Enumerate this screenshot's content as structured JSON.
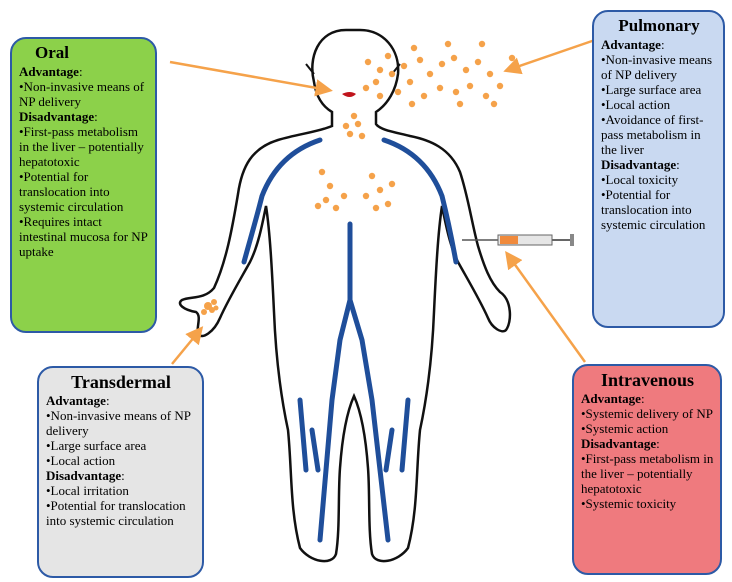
{
  "colors": {
    "oral": "#8cd14a",
    "pulmonary": "#c9d9f1",
    "transdermal": "#e5e5e5",
    "intravenous": "#ef7a7e",
    "box_border": "#2d5aa6",
    "arrow": "#f5a24a",
    "particles": "#f5a24a",
    "vessels": "#1f4e9a"
  },
  "boxes": {
    "oral": {
      "title": "Oral",
      "advantage_label": "Advantage",
      "advantages": [
        "•Non-invasive means of NP delivery"
      ],
      "disadvantage_label": "Disadvantage",
      "disadvantages": [
        "•First-pass metabolism in the liver – potentially hepatotoxic",
        "•Potential for translocation into systemic circulation",
        "•Requires intact intestinal mucosa for NP uptake"
      ]
    },
    "pulmonary": {
      "title": "Pulmonary",
      "advantage_label": "Advantage",
      "advantages": [
        "•Non-invasive means of NP delivery",
        "•Large surface area",
        "•Local action",
        "•Avoidance of first-pass metabolism in the liver"
      ],
      "disadvantage_label": "Disadvantage",
      "disadvantages": [
        "•Local toxicity",
        "•Potential for translocation into systemic circulation"
      ]
    },
    "transdermal": {
      "title": "Transdermal",
      "advantage_label": "Advantage",
      "advantages": [
        "•Non-invasive means of NP delivery",
        "•Large surface area",
        "•Local action"
      ],
      "disadvantage_label": "Disadvantage",
      "disadvantages": [
        "•Local irritation",
        "•Potential for translocation into systemic circulation"
      ]
    },
    "intravenous": {
      "title": "Intravenous",
      "advantage_label": "Advantage",
      "advantages": [
        "•Systemic delivery of NP",
        "•Systemic action"
      ],
      "disadvantage_label": "Disadvantage",
      "disadvantages": [
        "•First-pass metabolism in the liver – potentially hepatotoxic",
        "•Systemic toxicity"
      ]
    }
  }
}
